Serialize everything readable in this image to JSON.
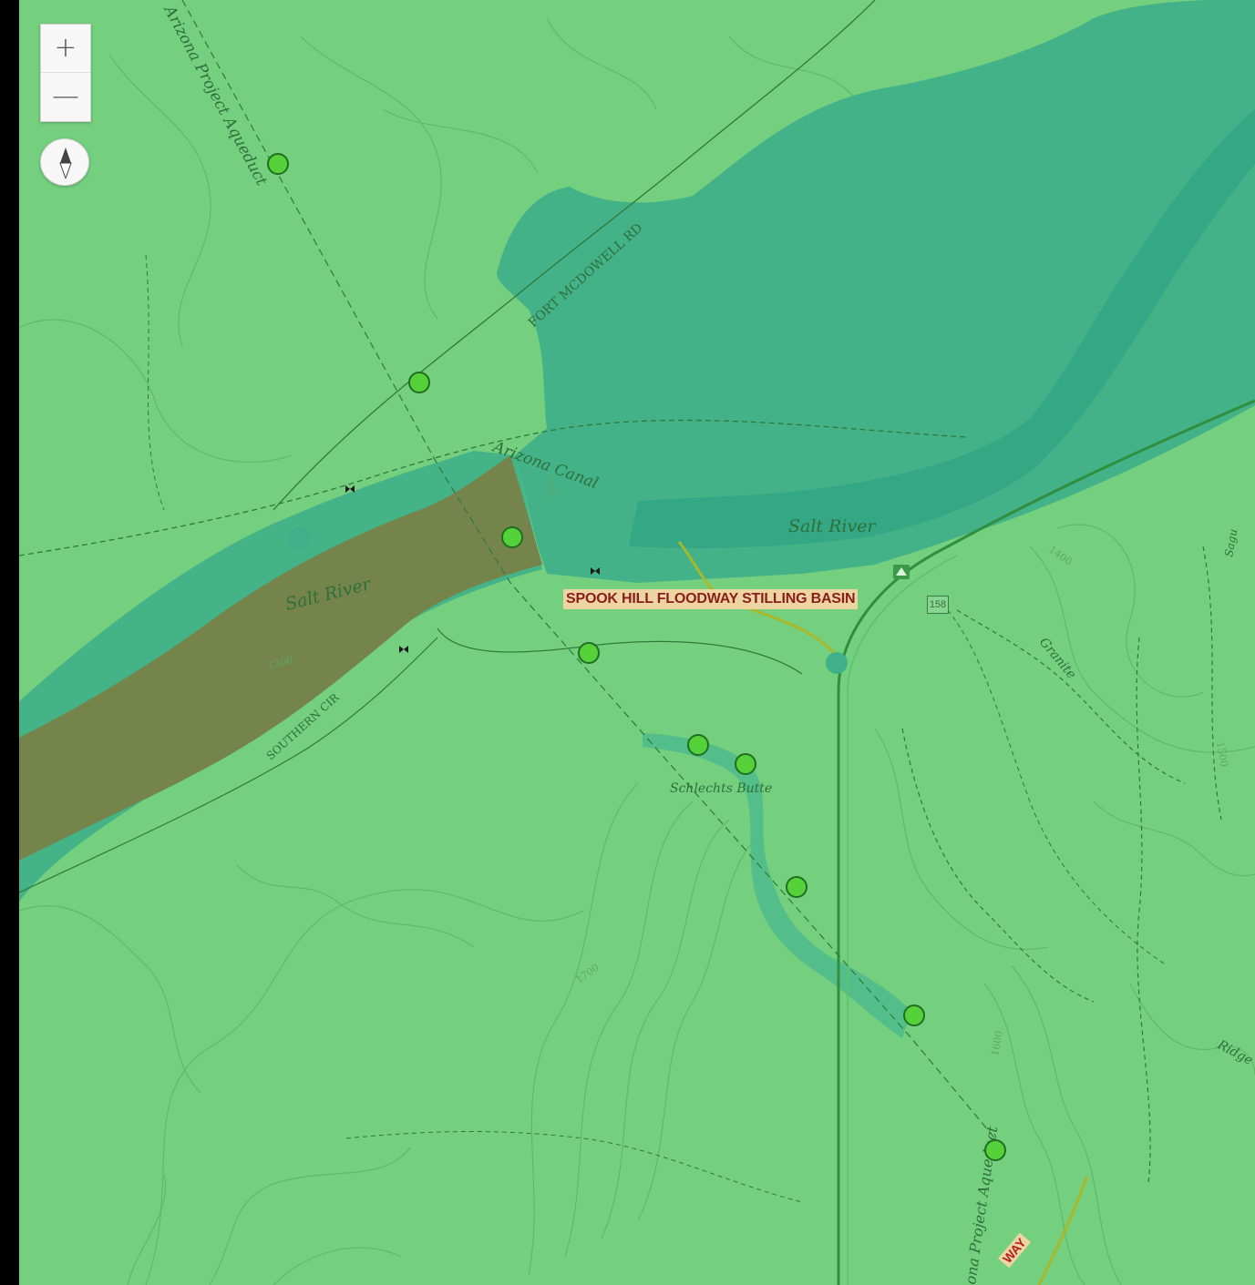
{
  "controls": {
    "zoom_in": "+",
    "zoom_out": "—"
  },
  "feature_label": "SPOOK HILL FLOODWAY STILLING BASIN",
  "highway_shield": "158",
  "corner_label": "WAY",
  "map_labels": {
    "aqueduct_nw": "Arizona Project Aqueduct",
    "fort_mcdowell": "FORT MCDOWELL RD",
    "arizona_canal": "Arizona Canal",
    "salt_river_east": "Salt River",
    "salt_river_west": "Salt River",
    "southern_cir": "SOUTHERN CIR",
    "schlechts_butte": "Schlechts Butte",
    "granite": "Granite",
    "ridge": "Ridge",
    "aqueduct_se": "ona Project Aqueduct",
    "sagu": "Sagu",
    "contour_1300": "1300",
    "contour_1400": "1400",
    "contour_1500": "1500",
    "contour_1600": "1600",
    "contour_1700": "1700"
  },
  "colors": {
    "land": "#74cf7e",
    "water": "#3fb08a",
    "basin": "#74844a",
    "marker_fill": "#55d23a",
    "marker_stroke": "#1f6e22",
    "label_bg": "#f6d6a4",
    "label_text": "#8a1d1d"
  },
  "icons": {
    "zoom_in": "plus-icon",
    "zoom_out": "minus-icon",
    "compass": "compass-icon",
    "marker": "circle-marker-icon",
    "dam": "dam-icon",
    "campground": "campground-icon"
  }
}
